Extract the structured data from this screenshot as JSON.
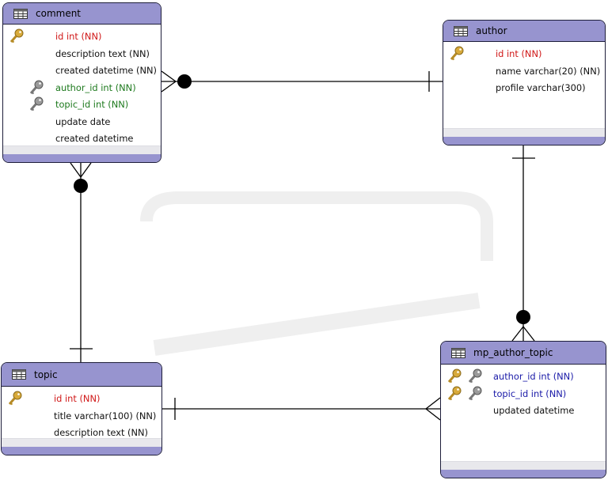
{
  "entities": {
    "comment": {
      "title": "comment",
      "fields": [
        {
          "text": "id int (NN)"
        },
        {
          "text": "description text (NN)"
        },
        {
          "text": "created datetime (NN)"
        },
        {
          "text": "author_id int (NN)"
        },
        {
          "text": "topic_id int (NN)"
        },
        {
          "text": "update date"
        },
        {
          "text": "created datetime"
        }
      ]
    },
    "author": {
      "title": "author",
      "fields": [
        {
          "text": "id int (NN)"
        },
        {
          "text": "name varchar(20) (NN)"
        },
        {
          "text": "profile varchar(300)"
        }
      ]
    },
    "topic": {
      "title": "topic",
      "fields": [
        {
          "text": "id int (NN)"
        },
        {
          "text": "title varchar(100) (NN)"
        },
        {
          "text": "description text (NN)"
        }
      ]
    },
    "mp_author_topic": {
      "title": "mp_author_topic",
      "fields": [
        {
          "text": "author_id int (NN)"
        },
        {
          "text": "topic_id int (NN)"
        },
        {
          "text": "updated datetime"
        }
      ]
    }
  },
  "colors": {
    "header": "#9794cf",
    "primary_key_text": "#d01818",
    "foreign_key_text": "#1e7a1e",
    "composite_key_text": "#1a1aa8",
    "line": "#000000"
  },
  "icons": [
    "table-icon",
    "primary-key-icon",
    "foreign-key-icon"
  ]
}
